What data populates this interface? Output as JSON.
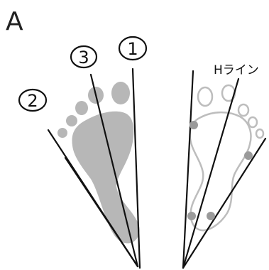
{
  "panel_label": "A",
  "axes": {
    "left": [
      {
        "id": "1",
        "label": "1"
      },
      {
        "id": "3",
        "label": "3"
      },
      {
        "id": "2",
        "label": "2"
      }
    ],
    "right_label": "Hライン"
  },
  "colors": {
    "footprint_fill": "#b7b7b7",
    "outline_gray": "#bdbdbd",
    "marker_gray": "#9a9a9a",
    "line": "#111111"
  }
}
